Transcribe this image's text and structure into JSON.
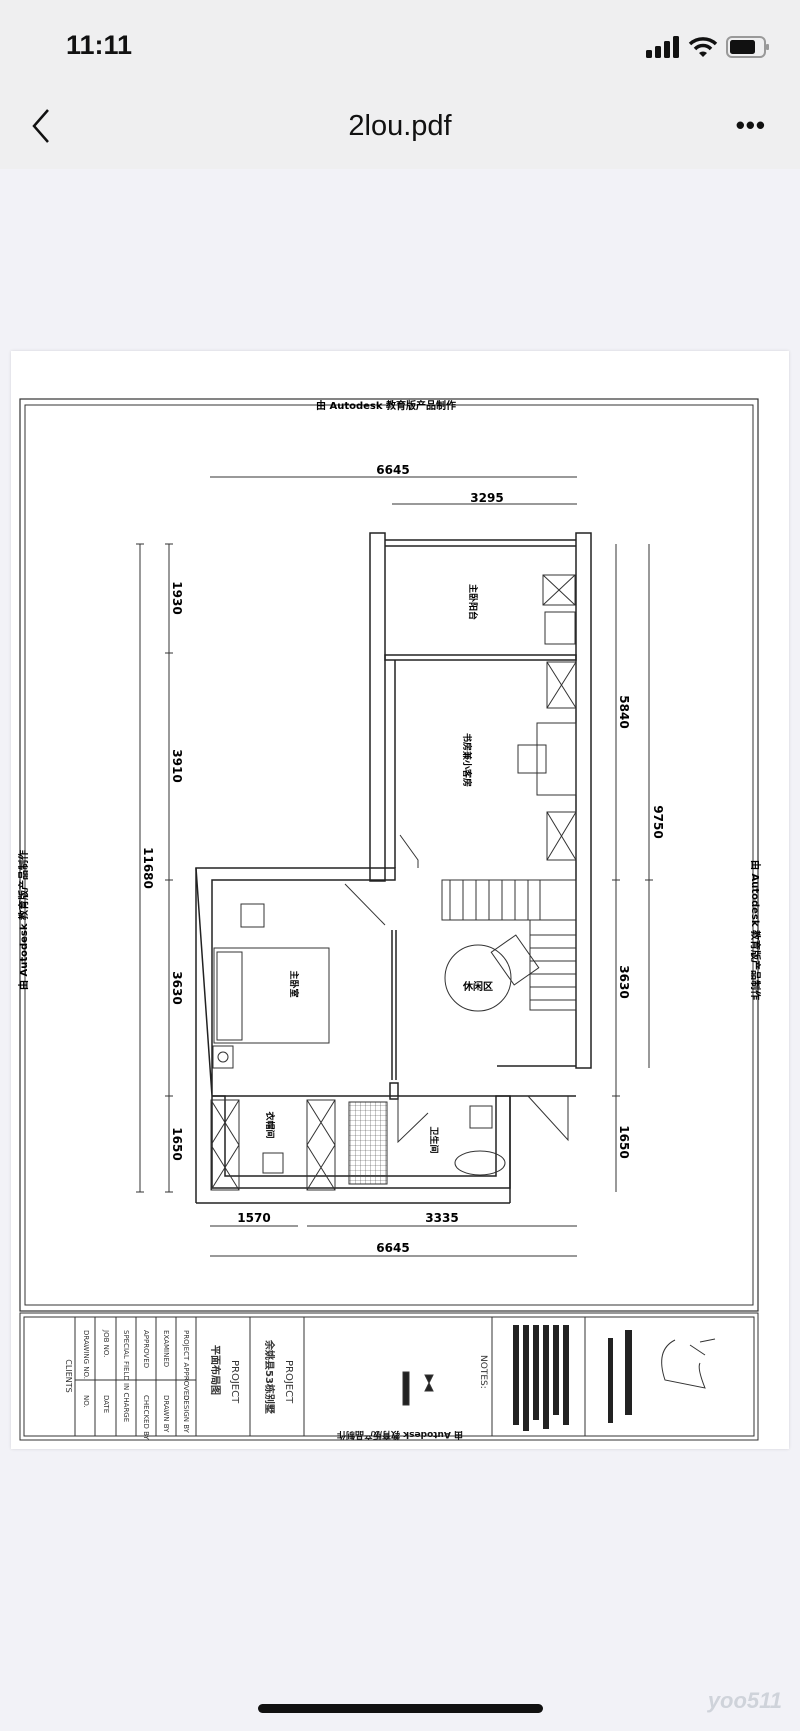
{
  "status_bar": {
    "time": "11:11"
  },
  "nav": {
    "title": "2lou.pdf"
  },
  "drawing": {
    "watermark": "由 Autodesk 教育版产品制作",
    "rooms": {
      "master_balcony": "主卧阳台",
      "study_guest": "书房兼小客房",
      "master_bedroom": "主卧室",
      "leisure_area": "休闲区",
      "cloakroom": "衣帽间",
      "bathroom": "卫生间"
    },
    "dimensions": {
      "top_total": "6645",
      "top_partial": "3295",
      "left_total": "11680",
      "left_1": "1930",
      "left_2": "3910",
      "left_3": "3630",
      "left_4": "1650",
      "right_total": "9750",
      "right_1": "5840",
      "right_2": "3630",
      "right_3": "1650",
      "bottom_1": "1570",
      "bottom_2": "3335",
      "bottom_total": "6645"
    },
    "title_block": {
      "clients": "CLIENTS",
      "drawing_no": "DRAWING NO.",
      "job_no": "JOB NO.",
      "date": "DATE",
      "no": "NO.",
      "special": "SPECIAL FIELD IN CHARGE",
      "approved": "APPROVED",
      "checked": "CHECKED BY",
      "examined": "EXAMINED",
      "drawn": "DRAWN BY",
      "project_approved": "PROJECT APPROVED",
      "design": "DESIGN BY",
      "project1": "PROJECT",
      "project1_name": "平面布局图",
      "project2": "PROJECT",
      "project2_name": "余姚县53栋别墅",
      "notes": "NOTES:"
    }
  },
  "watermark_site": "yoo511"
}
